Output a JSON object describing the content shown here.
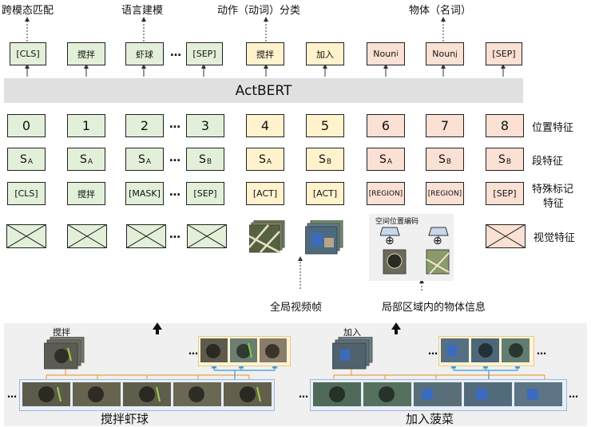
{
  "top_labels": {
    "cross_modal": "跨模态匹配",
    "language_model": "语言建模",
    "action_cls": "动作（动词）分类",
    "object_cls": "物体（名词）"
  },
  "outputs": [
    "[CLS]",
    "搅拌",
    "虾球",
    "[SEP]",
    "搅拌",
    "加入",
    "Noun",
    "Noun",
    "[SEP]"
  ],
  "noun_subscripts": {
    "i": "i",
    "j": "j"
  },
  "bar_label": "ActBERT",
  "positions": [
    "0",
    "1",
    "2",
    "3",
    "4",
    "5",
    "6",
    "7",
    "8"
  ],
  "segments": [
    {
      "base": "S",
      "sub": "A"
    },
    {
      "base": "S",
      "sub": "A"
    },
    {
      "base": "S",
      "sub": "A"
    },
    {
      "base": "S",
      "sub": "B"
    },
    {
      "base": "S",
      "sub": "A"
    },
    {
      "base": "S",
      "sub": "B"
    },
    {
      "base": "S",
      "sub": "A"
    },
    {
      "base": "S",
      "sub": "B"
    },
    {
      "base": "S",
      "sub": "B"
    }
  ],
  "specials": [
    "[CLS]",
    "搅拌",
    "[MASK]",
    "[SEP]",
    "[ACT]",
    "[ACT]",
    "[REGION]",
    "[REGION]",
    "[SEP]"
  ],
  "ellipsis": "…",
  "row_labels": {
    "position": "位置特征",
    "segment": "段特征",
    "special_1": "特殊标记",
    "special_2": "特征",
    "visual": "视觉特征"
  },
  "spatial_label": "空间位置编码",
  "plus": "⊕",
  "global_frames": "全局视频帧",
  "local_regions": "局部区域内的物体信息",
  "clip_left_label": "搅拌",
  "clip_right_label": "加入",
  "caption_left": "搅拌虾球",
  "caption_right": "加入菠菜",
  "colors": {
    "green": "#e2f0d9",
    "yellow": "#fff2cc",
    "pink": "#fbe0d4",
    "bar": "#e0e0e0",
    "panel": "#f0f0f0"
  }
}
